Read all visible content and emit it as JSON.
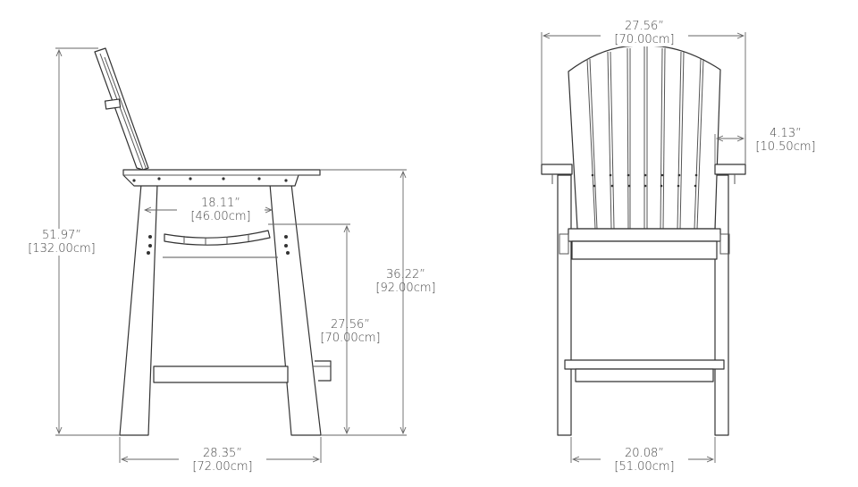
{
  "side_view": {
    "height_total": {
      "in": "51.97”",
      "cm": "[132.00cm]"
    },
    "seat_depth": {
      "in": "18.11”",
      "cm": "[46.00cm]"
    },
    "arm_height": {
      "in": "36.22”",
      "cm": "[92.00cm]"
    },
    "seat_height": {
      "in": "27.56”",
      "cm": "[70.00cm]"
    },
    "base_depth": {
      "in": "28.35”",
      "cm": "[72.00cm]"
    }
  },
  "front_view": {
    "overall_width": {
      "in": "27.56”",
      "cm": "[70.00cm]"
    },
    "arm_overhang": {
      "in": "4.13”",
      "cm": "[10.50cm]"
    },
    "base_width": {
      "in": "20.08”",
      "cm": "[51.00cm]"
    }
  },
  "colors": {
    "line": "#333333",
    "dimension": "#666666",
    "text": "#444444"
  }
}
